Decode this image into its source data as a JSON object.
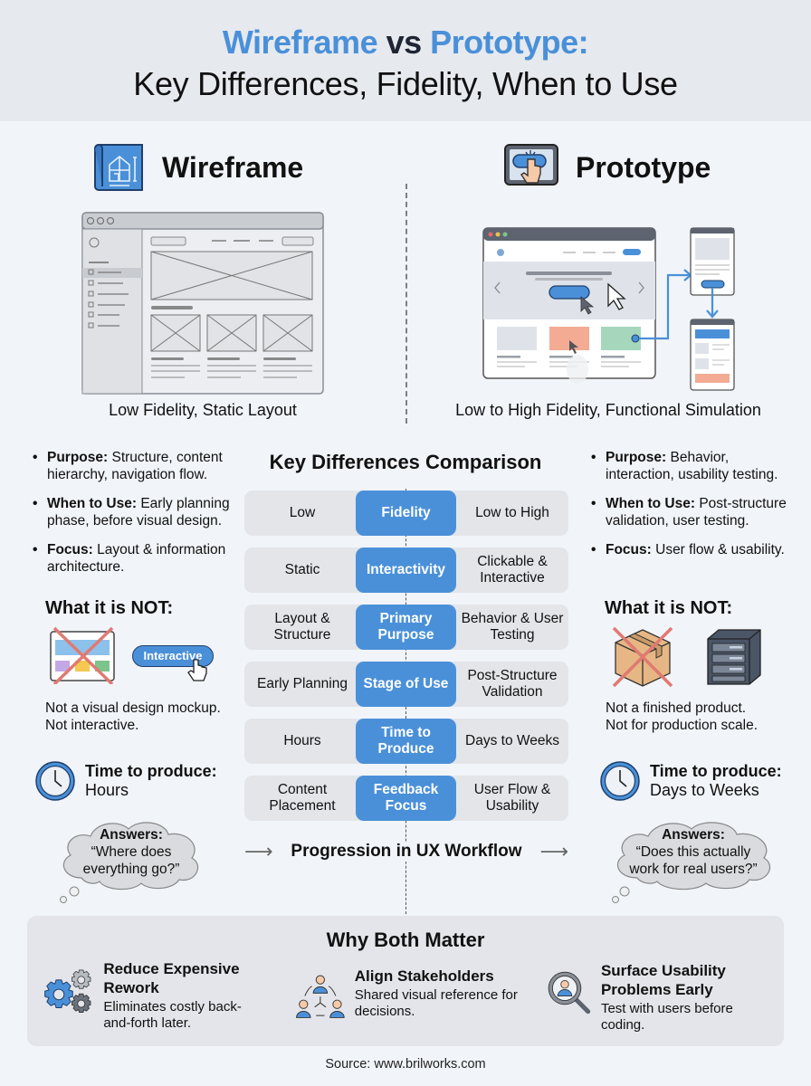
{
  "header": {
    "title_part1": "Wireframe",
    "title_vs": " vs ",
    "title_part2": "Prototype:",
    "subtitle": "Key Differences, Fidelity, When to Use"
  },
  "colors": {
    "accent_blue": "#4a90d9",
    "header_bg": "#e6e9ee",
    "page_bg": "#f1f4f9",
    "row_bg": "#e3e5e9",
    "cross_red": "#e07a72"
  },
  "wireframe": {
    "heading": "Wireframe",
    "icon": "blueprint-icon",
    "caption": "Low Fidelity, Static Layout",
    "bullets": [
      {
        "label": "Purpose:",
        "text": " Structure, content hierarchy, navigation flow."
      },
      {
        "label": "When to Use:",
        "text": " Early planning phase, before visual design."
      },
      {
        "label": "Focus:",
        "text": " Layout & information architecture."
      }
    ],
    "not_title": "What it is NOT:",
    "not_badge": "Interactive",
    "not_text_1": "Not a visual design mockup.",
    "not_text_2": "Not interactive.",
    "time_label": "Time to produce:",
    "time_value": "Hours",
    "answers_label": "Answers:",
    "answers_line1": "“Where does",
    "answers_line2": "everything go?”"
  },
  "prototype": {
    "heading": "Prototype",
    "icon": "tablet-tap-icon",
    "caption": "Low to High Fidelity, Functional Simulation",
    "bullets": [
      {
        "label": "Purpose:",
        "text": " Behavior, interaction, usability testing."
      },
      {
        "label": "When to Use:",
        "text": " Post-structure validation, user testing."
      },
      {
        "label": "Focus:",
        "text": " User flow & usability."
      }
    ],
    "not_title": "What it is NOT:",
    "not_text_1": "Not a finished product.",
    "not_text_2": "Not for production scale.",
    "time_label": "Time to produce:",
    "time_value": "Days to Weeks",
    "answers_label": "Answers:",
    "answers_line1": "“Does this actually",
    "answers_line2": "work for real users?”"
  },
  "comparison": {
    "title": "Key Differences Comparison",
    "rows": [
      {
        "wireframe": "Low",
        "criterion": "Fidelity",
        "prototype": "Low to High"
      },
      {
        "wireframe": "Static",
        "criterion": "Interactivity",
        "prototype": "Clickable & Interactive"
      },
      {
        "wireframe": "Layout & Structure",
        "criterion": "Primary Purpose",
        "prototype": "Behavior & User Testing"
      },
      {
        "wireframe": "Early Planning",
        "criterion": "Stage of Use",
        "prototype": "Post-Structure Validation"
      },
      {
        "wireframe": "Hours",
        "criterion": "Time to Produce",
        "prototype": "Days to Weeks"
      },
      {
        "wireframe": "Content Placement",
        "criterion": "Feedback Focus",
        "prototype": "User Flow & Usability"
      }
    ],
    "progression_label": "Progression in UX Workflow"
  },
  "why_both": {
    "title": "Why Both Matter",
    "items": [
      {
        "icon": "gears-icon",
        "title": "Reduce Expensive Rework",
        "desc": "Eliminates costly back-and-forth later."
      },
      {
        "icon": "stakeholders-icon",
        "title": "Align Stakeholders",
        "desc": "Shared visual reference for decisions."
      },
      {
        "icon": "magnifier-user-icon",
        "title": "Surface Usability Problems Early",
        "desc": "Test with users before coding."
      }
    ]
  },
  "footer": {
    "source_label": "Source:",
    "source_value": " www.brilworks.com"
  }
}
